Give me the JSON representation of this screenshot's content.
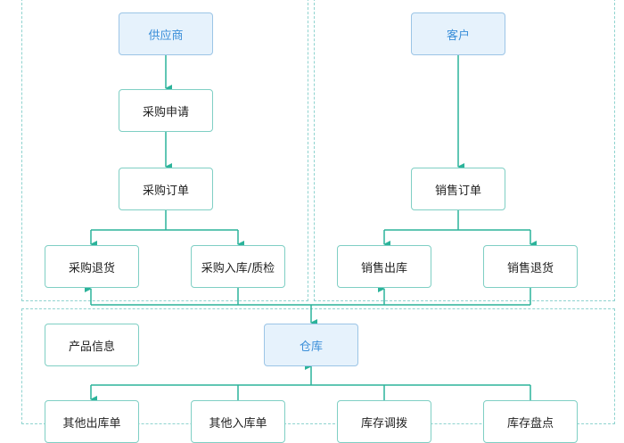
{
  "colors": {
    "connector": "#2bb39a",
    "highlight_fill": "#e6f2fc",
    "highlight_text": "#3b8fd9",
    "zone_border": "#8fd3cf"
  },
  "purchase": {
    "supplier": "供应商",
    "request": "采购申请",
    "order": "采购订单",
    "return": "采购退货",
    "inbound_qc": "采购入库/质检"
  },
  "sales": {
    "customer": "客户",
    "order": "销售订单",
    "outbound": "销售出库",
    "return": "销售退货"
  },
  "warehouse": {
    "product_info": "产品信息",
    "warehouse": "仓库",
    "other_outbound": "其他出库单",
    "other_inbound": "其他入库单",
    "transfer": "库存调拨",
    "stocktake": "库存盘点"
  }
}
